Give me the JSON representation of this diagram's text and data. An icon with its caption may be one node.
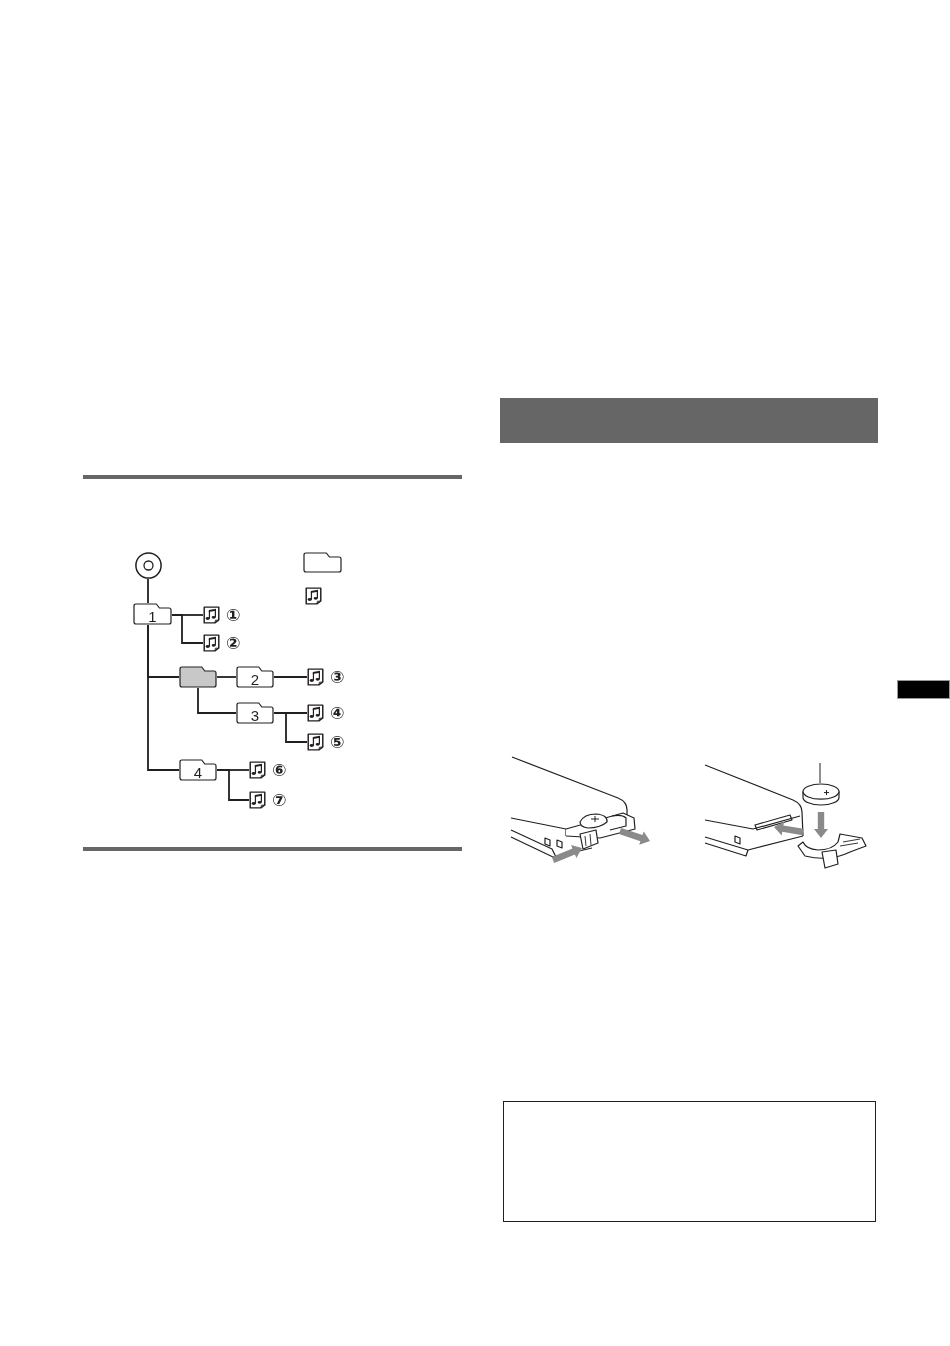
{
  "diagram": {
    "nodes": [
      {
        "text": [],
        "shape": "circle"
      },
      {
        "text": [],
        "shape": "folder"
      },
      {
        "text": [],
        "shape": "picture"
      },
      {
        "text": [
          "1"
        ]
      },
      {
        "text": [],
        "shape": "picture",
        "beside": [
          "①"
        ]
      },
      {
        "text": [],
        "shape": "picture",
        "beside": [
          "②"
        ]
      },
      {
        "text": [],
        "shape": "folder"
      },
      {
        "text": [
          "2"
        ]
      },
      {
        "text": [],
        "shape": "picture",
        "beside": [
          "③"
        ]
      },
      {
        "text": [
          "3"
        ]
      },
      {
        "text": [],
        "shape": "picture",
        "beside": [
          "④"
        ]
      },
      {
        "text": [],
        "shape": "picture",
        "beside": [
          "⑤"
        ]
      },
      {
        "text": [
          "4"
        ]
      },
      {
        "text": [],
        "shape": "picture",
        "beside": [
          "⑥"
        ]
      },
      {
        "text": [],
        "shape": "picture",
        "beside": [
          "⑦"
        ]
      },
      {
        "text": [],
        "shape": "bar"
      },
      {
        "text": [],
        "shape": "cylinder"
      }
    ],
    "edges": [
      {
        "from": 0,
        "to": 3,
        "arrow": "none"
      },
      {
        "from": 3,
        "to": 4,
        "arrow": "none"
      },
      {
        "from": 3,
        "to": 5,
        "arrow": "none"
      },
      {
        "from": 3,
        "to": 6,
        "arrow": "none"
      },
      {
        "from": 6,
        "to": 7,
        "arrow": "none"
      },
      {
        "from": 7,
        "to": 8,
        "arrow": "none"
      },
      {
        "from": 6,
        "to": 9,
        "arrow": "none"
      },
      {
        "from": 9,
        "to": 10,
        "arrow": "none"
      },
      {
        "from": 9,
        "to": 11,
        "arrow": "none"
      },
      {
        "from": 3,
        "to": 12,
        "arrow": "none"
      },
      {
        "from": 12,
        "to": 13,
        "arrow": "none"
      },
      {
        "from": 12,
        "to": 14,
        "arrow": "none"
      },
      {
        "from": null,
        "to": 16,
        "arrow": "none"
      }
    ]
  }
}
